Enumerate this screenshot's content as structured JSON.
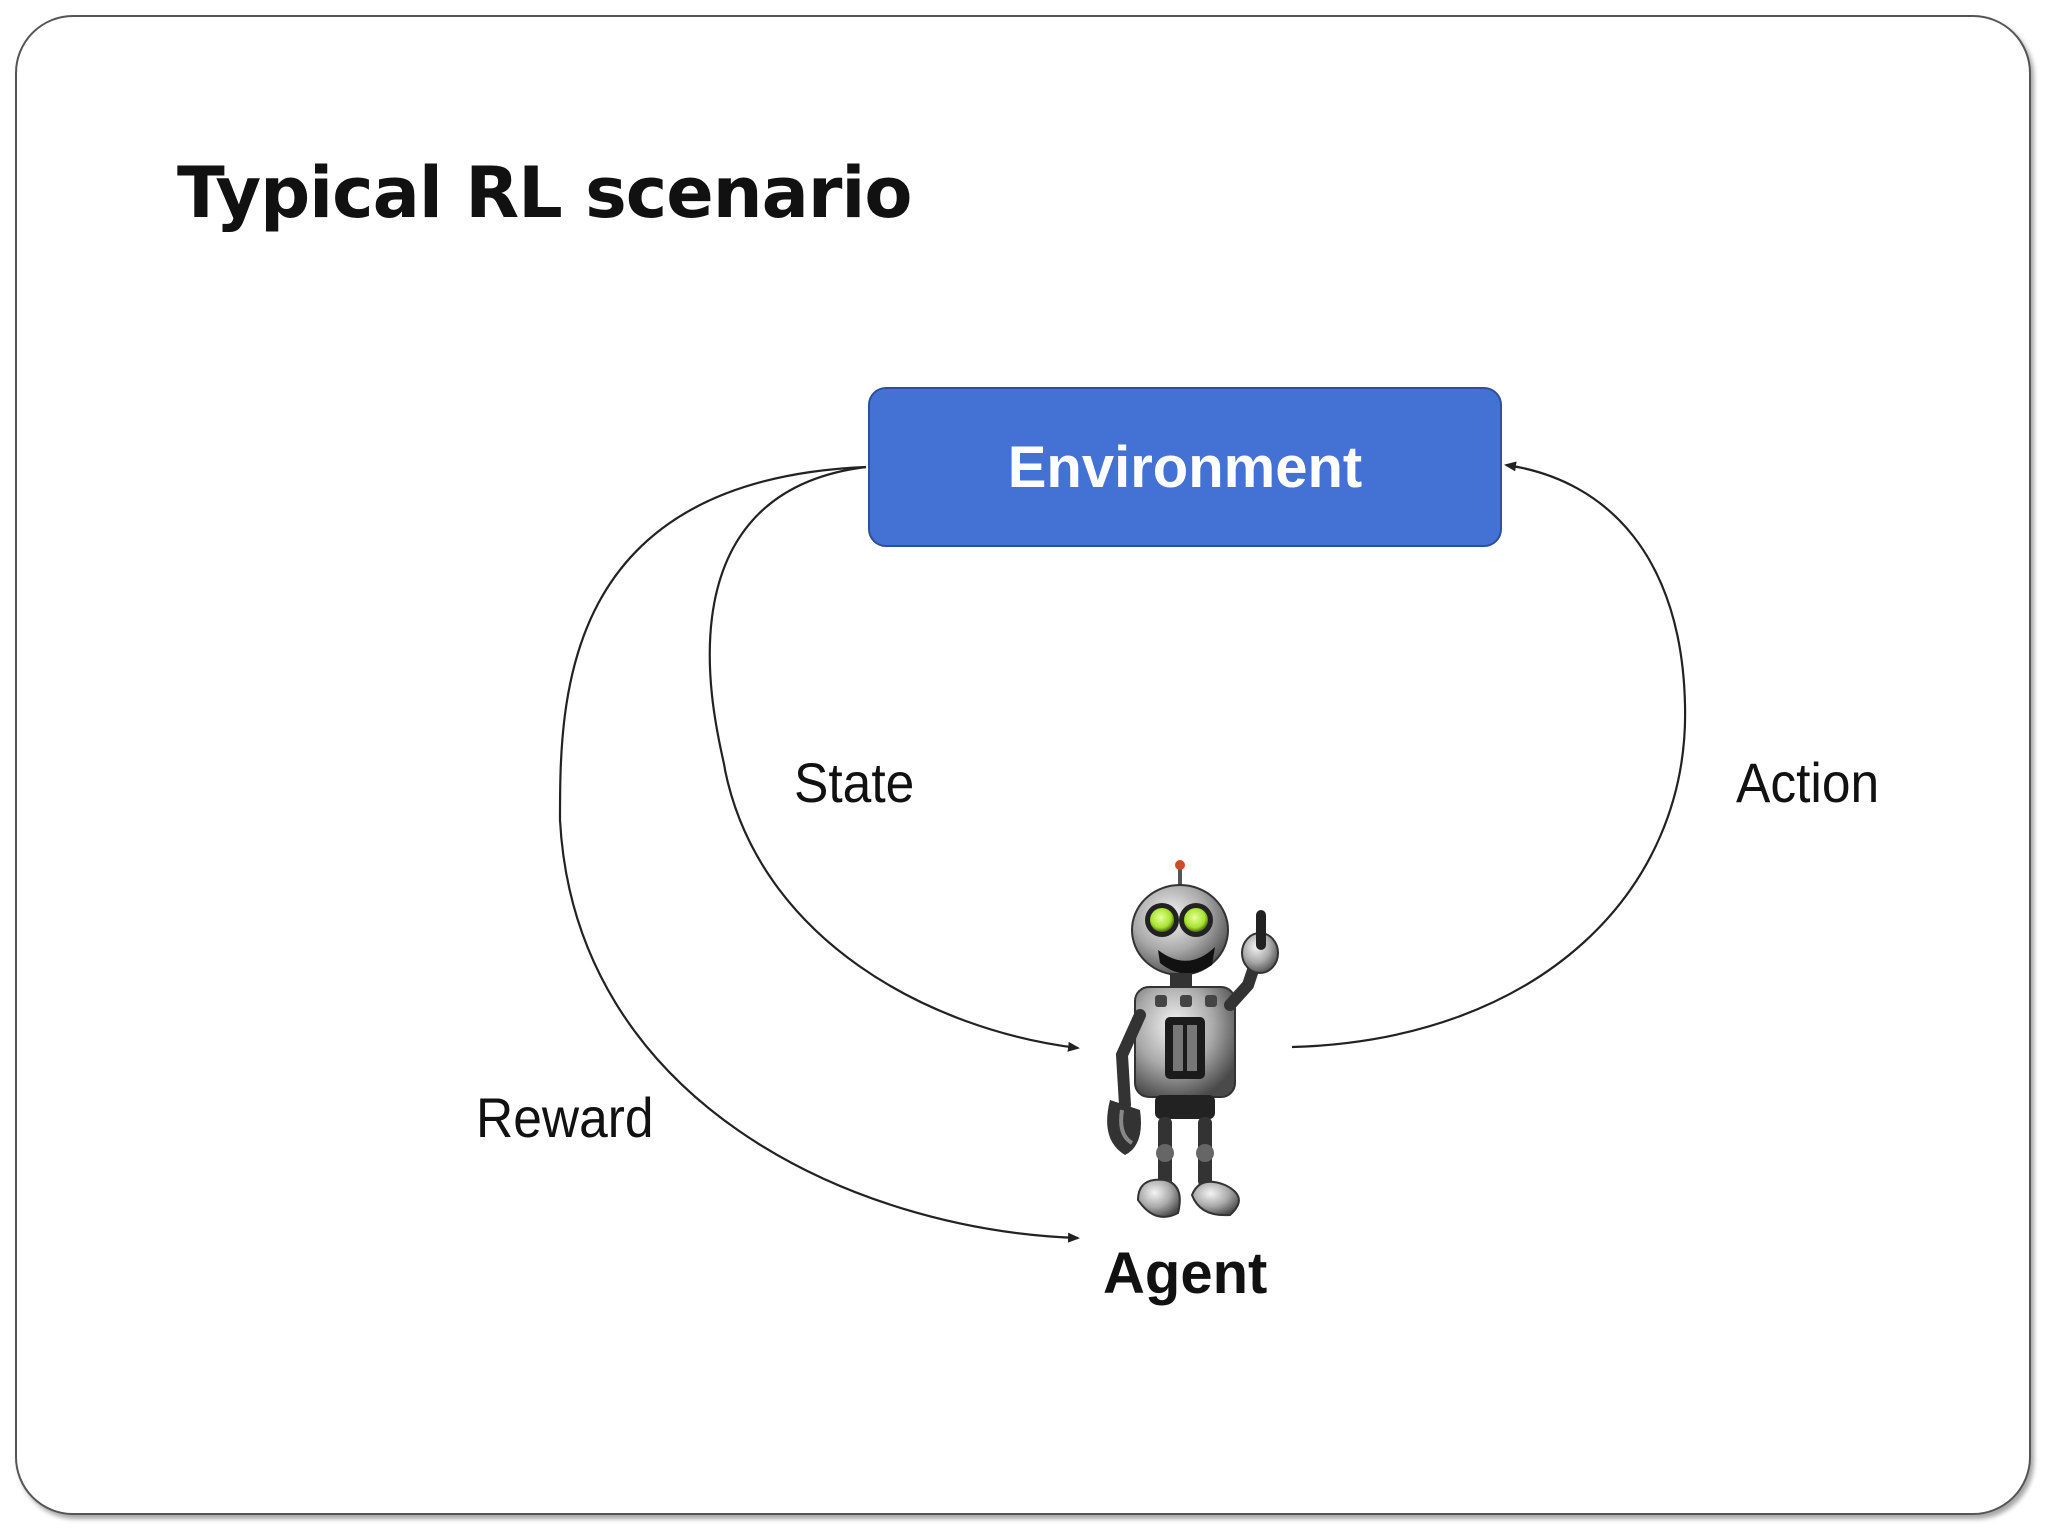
{
  "slide": {
    "title": "Typical RL scenario"
  },
  "diagram": {
    "environment_label": "Environment",
    "agent_label": "Agent",
    "edges": {
      "state": "State",
      "action": "Action",
      "reward": "Reward"
    }
  },
  "colors": {
    "environment_fill": "#4472d4",
    "environment_border": "#2f4f9a",
    "arrow": "#222222",
    "robot_eye": "#a6e22e"
  },
  "icons": {
    "agent": "robot-icon"
  }
}
